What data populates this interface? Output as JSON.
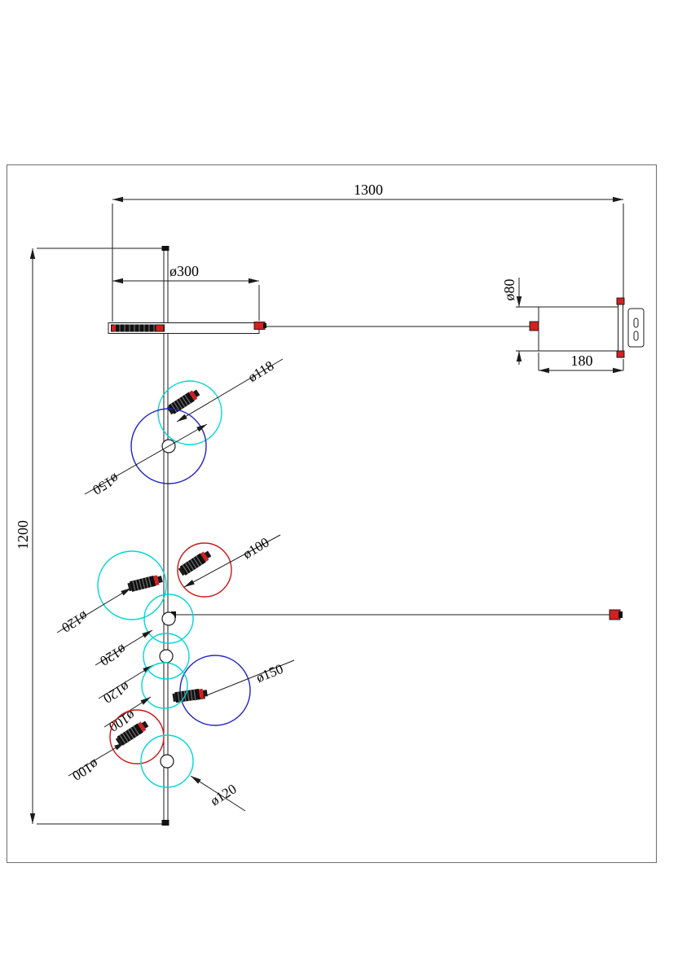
{
  "colors": {
    "line": "#1b1b1b",
    "cyan": "#00d5d5",
    "blue": "#2222c8",
    "red": "#cc1616",
    "connector_red": "#d42020",
    "socket_red": "#d42020"
  },
  "dimensions": {
    "overall_width": "1300",
    "overall_height": "1200",
    "bar_width": "ø300",
    "canopy_diameter": "ø80",
    "canopy_length": "180"
  },
  "globes": [
    {
      "id": "globe-1",
      "label": "ø118",
      "color": "#00d5d5"
    },
    {
      "id": "globe-2",
      "label": "ø150",
      "color": "#2222c8"
    },
    {
      "id": "globe-3",
      "label": "ø100",
      "color": "#cc1616"
    },
    {
      "id": "globe-4",
      "label": "ø120",
      "color": "#00d5d5"
    },
    {
      "id": "globe-5",
      "label": "ø120",
      "color": "#00d5d5"
    },
    {
      "id": "globe-6",
      "label": "ø120",
      "color": "#00d5d5"
    },
    {
      "id": "globe-7",
      "label": "ø150",
      "color": "#2222c8"
    },
    {
      "id": "globe-8",
      "label": "ø100",
      "color": "#00d5d5"
    },
    {
      "id": "globe-9",
      "label": "ø100",
      "color": "#cc1616"
    },
    {
      "id": "globe-10",
      "label": "ø120",
      "color": "#00d5d5"
    }
  ]
}
